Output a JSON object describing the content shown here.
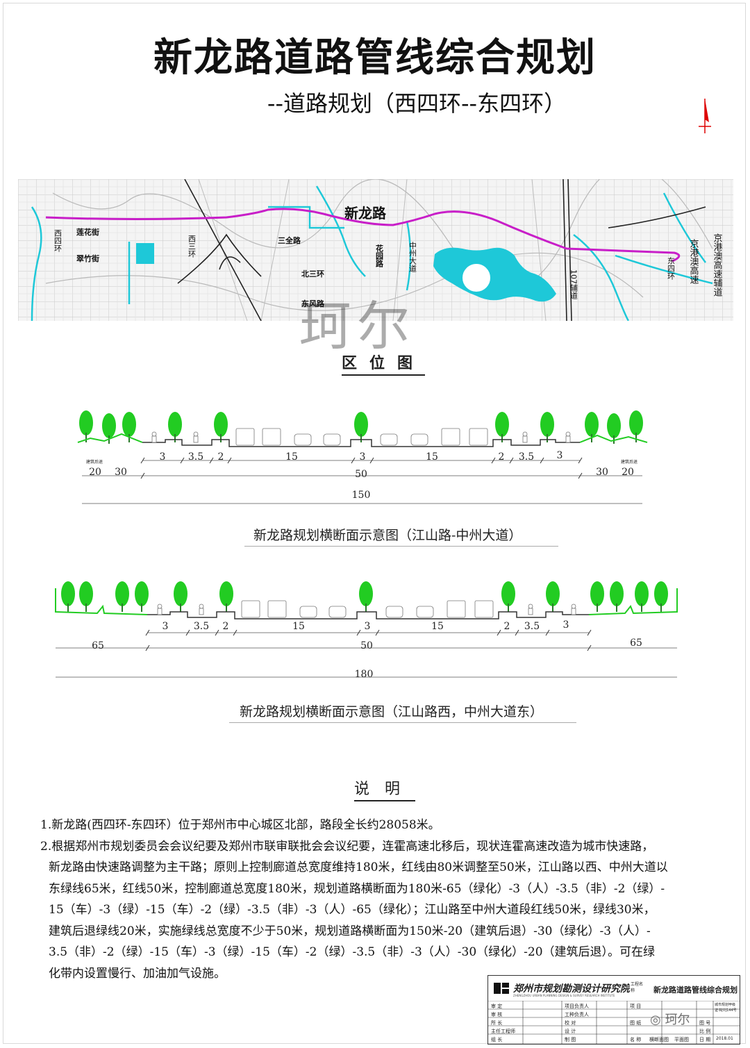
{
  "title": "新龙路道路管线综合规划",
  "subtitle": "--道路规划（西四环--东四环）",
  "map": {
    "road_label": "新龙路",
    "labels": {
      "west4": "西四环",
      "lianhua": "莲花街",
      "cuizhu": "翠竹街",
      "west3": "西三环",
      "sanquan": "三全路",
      "north3": "北三环",
      "dongfeng": "东风路",
      "huayuan": "花园路",
      "zhongzhou": "中州大道",
      "s107": "107辅道",
      "east4": "东四环",
      "jgamacao": "京港澳高速",
      "jgamacao_aux": "京港澳高速辅道"
    },
    "caption": "区位图",
    "colors": {
      "road": "#c81ec8",
      "water": "#1ec8d8",
      "grid": "#c9c9c9",
      "rail": "#222222"
    }
  },
  "watermark": "珂尔",
  "section1": {
    "dims_top": [
      "3",
      "3.5",
      "2",
      "15",
      "3",
      "15",
      "2",
      "3.5",
      "3"
    ],
    "setback_label_left": "建筑后退",
    "setback_label_right": "建筑后退",
    "dims_mid": [
      "20",
      "30",
      "50",
      "30",
      "20"
    ],
    "total": "150",
    "caption": "新龙路规划横断面示意图（江山路-中州大道）"
  },
  "section2": {
    "dims_top": [
      "3",
      "3.5",
      "2",
      "15",
      "3",
      "15",
      "2",
      "3.5",
      "3"
    ],
    "dims_mid": [
      "65",
      "50",
      "65"
    ],
    "total": "180",
    "caption": "新龙路规划横断面示意图（江山路西，中州大道东）"
  },
  "notes": {
    "title": "说明",
    "items": [
      "1.新龙路(西四环-东四环）位于郑州市中心城区北部，路段全长约28058米。",
      "2.根据郑州市规划委员会会议纪要及郑州市联审联批会会议纪要，连霍高速北移后，现状连霍高速改造为城市快速路，",
      "新龙路由快速路调整为主干路；原则上控制廊道总宽度维持180米，红线由80米调整至50米，江山路以西、中州大道以",
      "东绿线65米，红线50米，控制廊道总宽度180米，规划道路横断面为180米-65（绿化）-3（人）-3.5（非）-2（绿）-",
      "15（车）-3（绿）-15（车）-2（绿）-3.5（非）-3（人）-65（绿化）；江山路至中州大道段红线50米，绿线30米，",
      "建筑后退绿线20米，实施绿线总宽度不少于50米，规划道路横断面为150米-20（建筑后退）-30（绿化）-3（人）-",
      "3.5（非）-2（绿）-15（车）-3（绿）-15（车）-2（绿）-3.5（非）-3（人）-30（绿化）-20（建筑后退）。可在绿",
      "化带内设置慢行、加油加气设施。"
    ]
  },
  "title_block": {
    "institute": "郑州市规划勘测设计研究院",
    "institute_en": "ZHENGZHOU URBAN PLANNING DESIGN & SURVEY RESEARCH INSTITUTE",
    "project_key": "工程名称",
    "project_name": "新龙路道路管线综合规划",
    "roles": [
      "审 定",
      "审 核",
      "所 长",
      "主任工程师",
      "组 长"
    ],
    "roles2": [
      "项目负责人",
      "工种负责人",
      "校 对",
      "设 计",
      "制 图"
    ],
    "keys3": [
      "项 目",
      "图 纸",
      "名 称"
    ],
    "vals3": [
      "横断面图",
      "平面图"
    ],
    "keys4": [
      "图 号",
      "比 例",
      "日 期"
    ],
    "cert": "城市规划甲级 证书[0]144号",
    "date": "2018.01"
  },
  "wechat_mark": "珂尔"
}
